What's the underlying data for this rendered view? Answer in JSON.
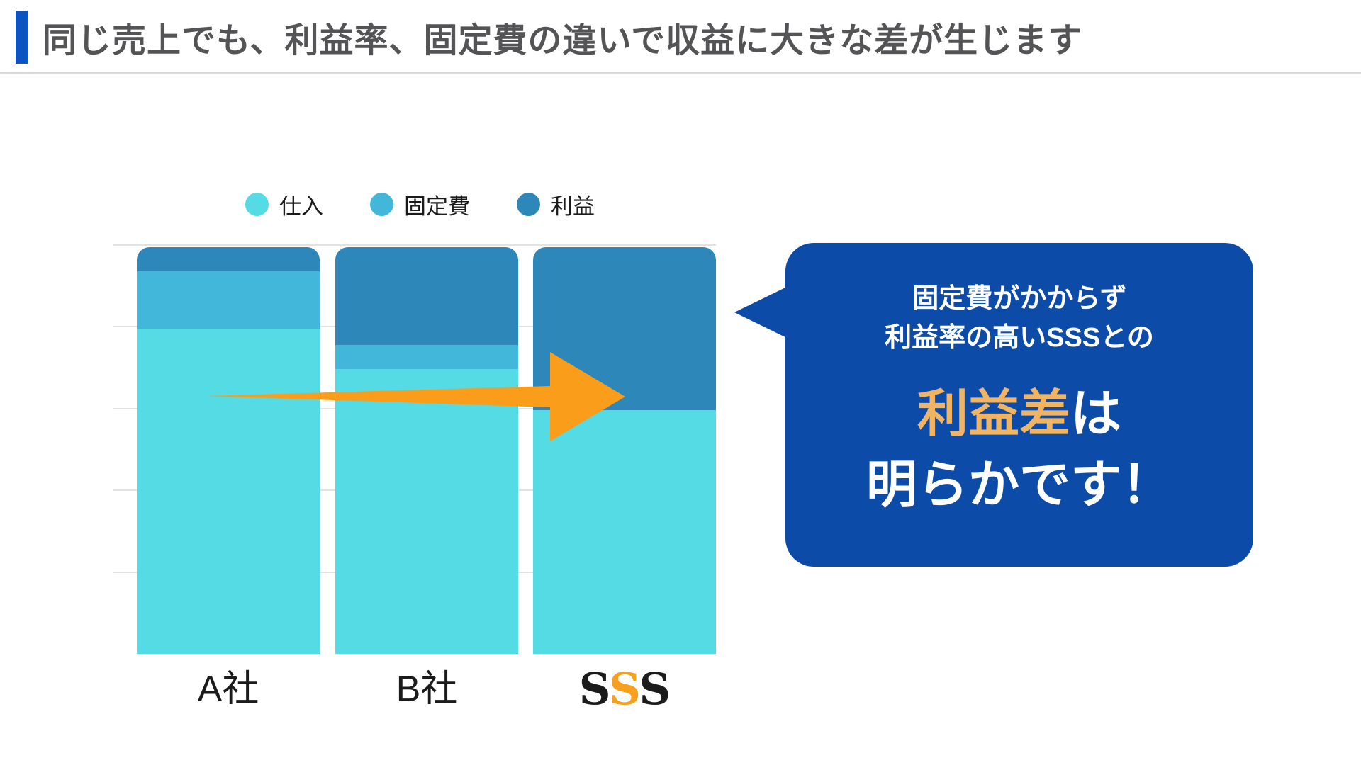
{
  "header": {
    "title": "同じ売上でも、利益率、固定費の違いで収益に大きな差が生じます"
  },
  "chart_data": {
    "type": "bar",
    "stacked": true,
    "title": "",
    "xlabel": "",
    "ylabel": "",
    "ylim": [
      0,
      100
    ],
    "gridline_interval": 20,
    "grid": true,
    "legend_position": "top",
    "categories": [
      {
        "id": "company-a",
        "label": "A社"
      },
      {
        "id": "company-b",
        "label": "B社"
      },
      {
        "id": "sss",
        "label": "SSS",
        "accent_char_index": 1,
        "accent_color": "#f7a01e",
        "style": "serif-bold"
      }
    ],
    "series": [
      {
        "name": "仕入",
        "color": "#55dbe4",
        "values": [
          80,
          70,
          60
        ]
      },
      {
        "name": "固定費",
        "color": "#43b7d9",
        "values": [
          14,
          6,
          0
        ]
      },
      {
        "name": "利益",
        "color": "#2e87b9",
        "values": [
          6,
          24,
          40
        ]
      }
    ],
    "note": "all three bars share the same total sales of 100"
  },
  "callout": {
    "line1": "固定費がかからず",
    "line2": "利益率の高いSSSとの",
    "big_highlight": "利益差",
    "big_rest": "は",
    "big_line2": "明らかです！"
  },
  "arrow": {
    "meaning": "emphasis arrow pointing from A社 bar to SSS bar"
  },
  "colors": {
    "title_accent": "#0b54c2",
    "title_text": "#545456",
    "divider": "#d9d9d9",
    "gridline": "#e2e2e2",
    "label_text": "#1b1b1b",
    "arrow": "#f99d1b",
    "bubble_bg": "#0d4ba8",
    "bubble_text": "#ffffff",
    "bubble_highlight": "#f0b465",
    "sss_accent": "#f7a01e"
  }
}
